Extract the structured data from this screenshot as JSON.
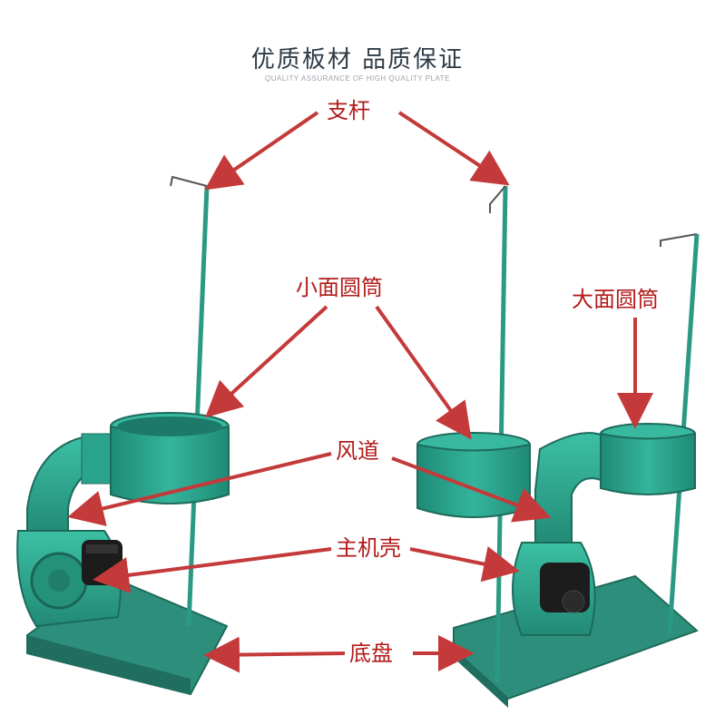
{
  "header": {
    "title": "优质板材  品质保证",
    "subtitle": "QUALITY ASSURANCE OF HIGH QUALITY PLATE"
  },
  "labels": {
    "support_rod": "支杆",
    "small_cylinder": "小面圆筒",
    "large_cylinder": "大面圆筒",
    "air_duct": "风道",
    "main_housing": "主机壳",
    "base_plate": "底盘"
  },
  "colors": {
    "machine_green": "#2aa38c",
    "label_red": "#b31b1b",
    "arrow_red": "#c43a3a",
    "motor_black": "#1c1c1c"
  }
}
